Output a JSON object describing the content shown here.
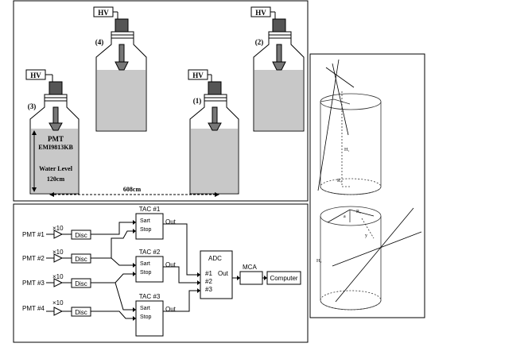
{
  "top_panel": {
    "hv_label": "HV",
    "bottles": [
      {
        "id": "(4)"
      },
      {
        "id": "(2)"
      },
      {
        "id": "(3)"
      },
      {
        "id": "(1)"
      }
    ],
    "pmt_label": "PMT",
    "pmt_model": "EMI9813KB",
    "water_label": "Water Level",
    "water_value": "120cm",
    "distance_label": "608cm"
  },
  "circuit": {
    "pmts": [
      "PMT #1",
      "PMT #2",
      "PMT #3",
      "PMT #4"
    ],
    "amp_gain": "×10",
    "disc_label": "Disc",
    "tacs": [
      {
        "title": "TAC #1",
        "start": "Sart",
        "stop": "Stop",
        "out": "Out"
      },
      {
        "title": "TAC #2",
        "start": "Sart",
        "stop": "Stop",
        "out": "Out"
      },
      {
        "title": "TAC #3",
        "start": "Sart",
        "stop": "Stop",
        "out": "Out"
      }
    ],
    "adc": {
      "title": "ADC",
      "inputs": [
        "#1",
        "#2",
        "#3"
      ],
      "out": "Out"
    },
    "mca": "MCA",
    "computer": "Computer"
  },
  "geometry_panel": {
    "labels": {
      "h1": "H₁",
      "r1": "R₁",
      "r2": "R₂",
      "h2": "H₂",
      "y": "y",
      "a": "a"
    }
  }
}
